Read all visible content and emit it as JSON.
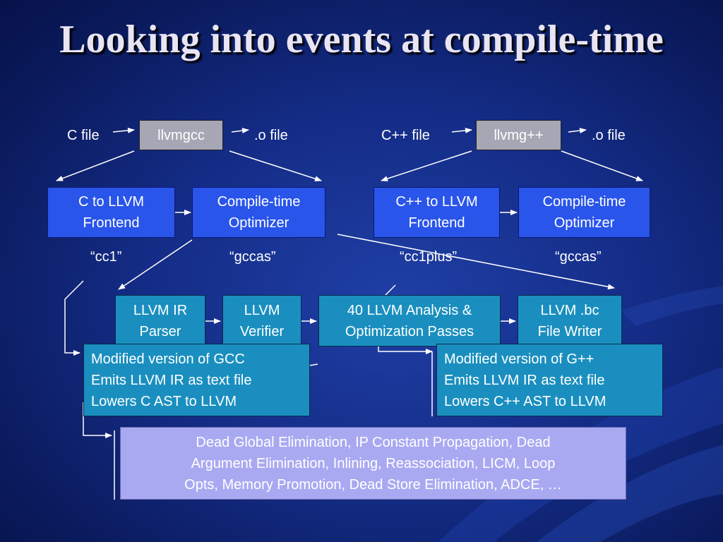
{
  "title": "Looking into events at compile-time",
  "c_flow": {
    "input": "C file",
    "driver": "llvmgcc",
    "output": ".o file",
    "frontend": [
      "C to LLVM",
      "Frontend"
    ],
    "optimizer": [
      "Compile-time",
      "Optimizer"
    ],
    "frontend_tool": "“cc1”",
    "optimizer_tool": "“gccas”"
  },
  "cpp_flow": {
    "input": "C++ file",
    "driver": "llvmg++",
    "output": ".o file",
    "frontend": [
      "C++ to LLVM",
      "Frontend"
    ],
    "optimizer": [
      "Compile-time",
      "Optimizer"
    ],
    "frontend_tool": "“cc1plus”",
    "optimizer_tool": "“gccas”"
  },
  "pipeline": [
    [
      "LLVM IR",
      "Parser"
    ],
    [
      "LLVM",
      "Verifier"
    ],
    [
      "40 LLVM Analysis &",
      "Optimization Passes"
    ],
    [
      "LLVM .bc",
      "File Writer"
    ]
  ],
  "notes": {
    "gcc": [
      "Modified version of GCC",
      "Emits LLVM IR as text file",
      "Lowers C AST to LLVM"
    ],
    "gpp": [
      "Modified version of G++",
      "Emits LLVM IR as text file",
      "Lowers C++ AST to LLVM"
    ]
  },
  "passes": [
    "Dead Global Elimination, IP Constant Propagation, Dead",
    "Argument Elimination, Inlining, Reassociation, LICM, Loop",
    "Opts, Memory Promotion, Dead Store Elimination, ADCE, …"
  ],
  "colors": {
    "background": "#142c86",
    "driver_box": "#a6a6b4",
    "stage_box": "#2a55ea",
    "note_box": "#1a8fbf",
    "passes_box": "#a9a9f2"
  }
}
